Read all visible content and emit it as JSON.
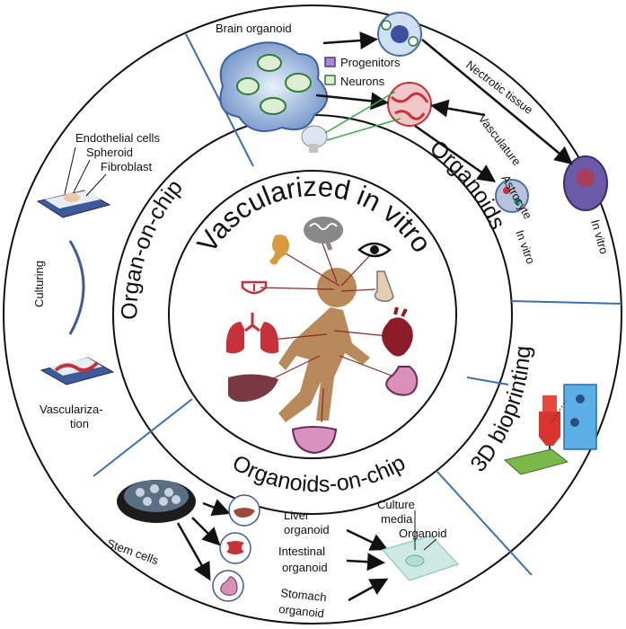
{
  "center": {
    "title_line1": "Vascularized in vitro"
  },
  "sections": {
    "organoids": "Organoids",
    "organ_on_chip": "Organ-on-chip",
    "organoids_on_chip": "Organoids-on-chip",
    "bioprinting": "3D bioprinting"
  },
  "organoids_panel": {
    "brain_organoid": "Brain organoid",
    "legend": [
      "Progenitors",
      "Neurons"
    ],
    "necrotic_tissue": "Nectrotic tissue",
    "vasculature": "Vasculature",
    "astrocyte": "Astrocyte",
    "in_vitro_1": "In vitro",
    "in_vitro_2": "In vitro"
  },
  "chip_panel": {
    "endothelial": "Endothelial cells",
    "spheroid": "Spheroid",
    "fibroblast": "Fibroblast",
    "culturing": "Culturing",
    "vascularization_1": "Vasculariza-",
    "vascularization_2": "tion"
  },
  "ooc_panel": {
    "stem_cells": "Stem cells",
    "liver_1": "Liver",
    "liver_2": "organoid",
    "intestinal_1": "Intestinal",
    "intestinal_2": "organoid",
    "stomach_1": "Stomach",
    "stomach_2": "organoid",
    "culture_1": "Culture",
    "culture_2": "media",
    "organoid": "Organoid"
  },
  "colors": {
    "divider": "#3b6fb0",
    "body": "#b8895a",
    "organ_red": "#c6313a",
    "ring": "#111111"
  }
}
